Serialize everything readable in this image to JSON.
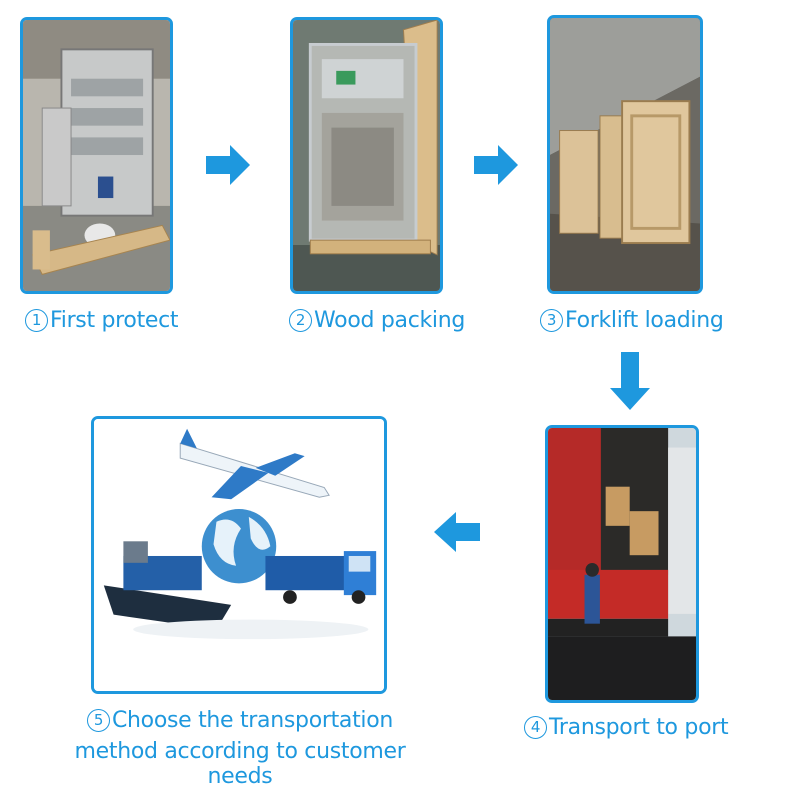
{
  "steps": [
    {
      "number": "1",
      "label": "First protect"
    },
    {
      "number": "2",
      "label": "Wood packing"
    },
    {
      "number": "3",
      "label": "Forklift loading"
    },
    {
      "number": "4",
      "label": "Transport to port"
    },
    {
      "number": "5",
      "label_line1": "Choose the transportation",
      "label_line2": "method according to customer needs"
    }
  ],
  "colors": {
    "accent": "#1e98de"
  }
}
